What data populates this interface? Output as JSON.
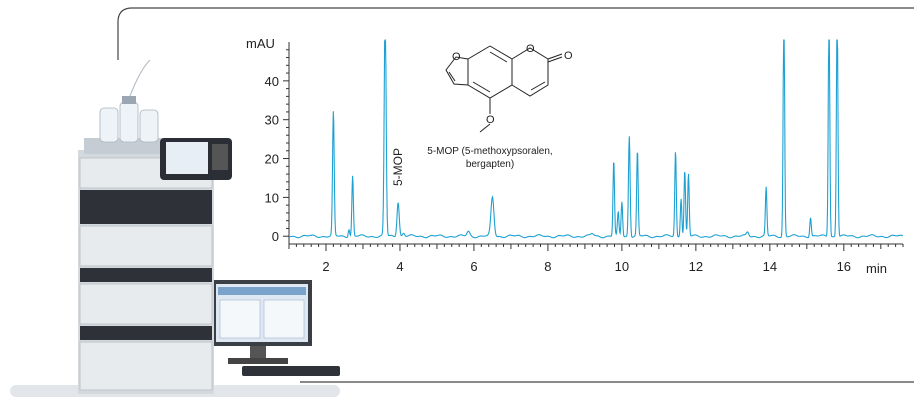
{
  "colors": {
    "trace": "#1ea1d2",
    "axis": "#333333",
    "frame": "#444444",
    "text": "#222222"
  },
  "chart_data": {
    "type": "line",
    "ylabel": "mAU",
    "xlabel": "min",
    "xlim": [
      1.0,
      17.6
    ],
    "ylim": [
      -2,
      50
    ],
    "x_ticks": [
      2,
      4,
      6,
      8,
      10,
      12,
      14,
      16
    ],
    "y_ticks": [
      0,
      10,
      20,
      30,
      40
    ],
    "baseline": 0,
    "peaks": [
      {
        "t": 2.2,
        "h": 32,
        "w": 0.022
      },
      {
        "t": 2.62,
        "h": 2.0,
        "w": 0.02
      },
      {
        "t": 2.72,
        "h": 15.5,
        "w": 0.02
      },
      {
        "t": 3.6,
        "h": 60,
        "w": 0.025
      },
      {
        "t": 3.95,
        "h": 9,
        "w": 0.03
      },
      {
        "t": 4.1,
        "h": 0.8,
        "w": 0.03
      },
      {
        "t": 5.85,
        "h": 1.2,
        "w": 0.04
      },
      {
        "t": 6.5,
        "h": 10,
        "w": 0.04
      },
      {
        "t": 9.2,
        "h": 0.6,
        "w": 0.04
      },
      {
        "t": 9.78,
        "h": 19.5,
        "w": 0.02
      },
      {
        "t": 9.9,
        "h": 6,
        "w": 0.02
      },
      {
        "t": 10.0,
        "h": 9,
        "w": 0.02
      },
      {
        "t": 10.2,
        "h": 26,
        "w": 0.022
      },
      {
        "t": 10.42,
        "h": 22,
        "w": 0.02
      },
      {
        "t": 11.45,
        "h": 22,
        "w": 0.02
      },
      {
        "t": 11.6,
        "h": 10,
        "w": 0.02
      },
      {
        "t": 11.7,
        "h": 17,
        "w": 0.02
      },
      {
        "t": 11.8,
        "h": 16,
        "w": 0.02
      },
      {
        "t": 13.4,
        "h": 1.0,
        "w": 0.03
      },
      {
        "t": 13.9,
        "h": 12.5,
        "w": 0.02
      },
      {
        "t": 14.38,
        "h": 60,
        "w": 0.02
      },
      {
        "t": 15.1,
        "h": 5,
        "w": 0.02
      },
      {
        "t": 15.6,
        "h": 60,
        "w": 0.02
      },
      {
        "t": 15.82,
        "h": 60,
        "w": 0.02
      }
    ],
    "annotations": [
      {
        "id": "peak-label",
        "text": "5-MOP",
        "x": 3.95
      }
    ]
  },
  "compound": {
    "label_line1": "5-MOP (5-methoxypsoralen,",
    "label_line2": "bergapten)",
    "atom_o1": "O",
    "atom_o2": "O",
    "atom_o3": "O",
    "atom_o4": "O"
  }
}
